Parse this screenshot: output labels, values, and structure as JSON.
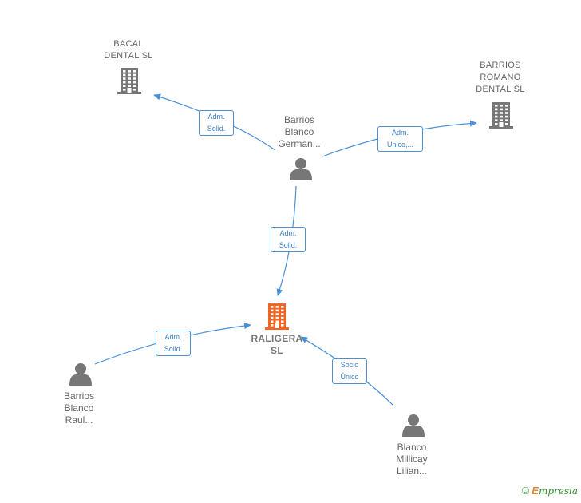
{
  "nodes": {
    "bacal": {
      "label": "BACAL\nDENTAL  SL",
      "icon": "building-icon",
      "color": "#777777"
    },
    "barrios_romano": {
      "label": "BARRIOS\nROMANO\nDENTAL SL",
      "icon": "building-icon",
      "color": "#777777"
    },
    "raligera": {
      "label": "RALIGERA\nSL",
      "icon": "building-icon",
      "color": "#f26522"
    },
    "german": {
      "label": "Barrios\nBlanco\nGerman...",
      "icon": "person-icon",
      "color": "#777777"
    },
    "raul": {
      "label": "Barrios\nBlanco\nRaul...",
      "icon": "person-icon",
      "color": "#777777"
    },
    "lilian": {
      "label": "Blanco\nMillicay\nLilian...",
      "icon": "person-icon",
      "color": "#777777"
    }
  },
  "edges": [
    {
      "from": "german",
      "to": "bacal",
      "label": "Adm.\nSolid."
    },
    {
      "from": "german",
      "to": "barrios_romano",
      "label": "Adm.\nUnico,..."
    },
    {
      "from": "german",
      "to": "raligera",
      "label": "Adm.\nSolid."
    },
    {
      "from": "raul",
      "to": "raligera",
      "label": "Adm.\nSolid."
    },
    {
      "from": "lilian",
      "to": "raligera",
      "label": "Socio\nÚnico"
    }
  ],
  "colors": {
    "edge": "#4a90d9",
    "node": "#777777",
    "highlight": "#f26522"
  },
  "footer": {
    "copyright": "©",
    "brand_first": "E",
    "brand_rest": "mpresia"
  }
}
